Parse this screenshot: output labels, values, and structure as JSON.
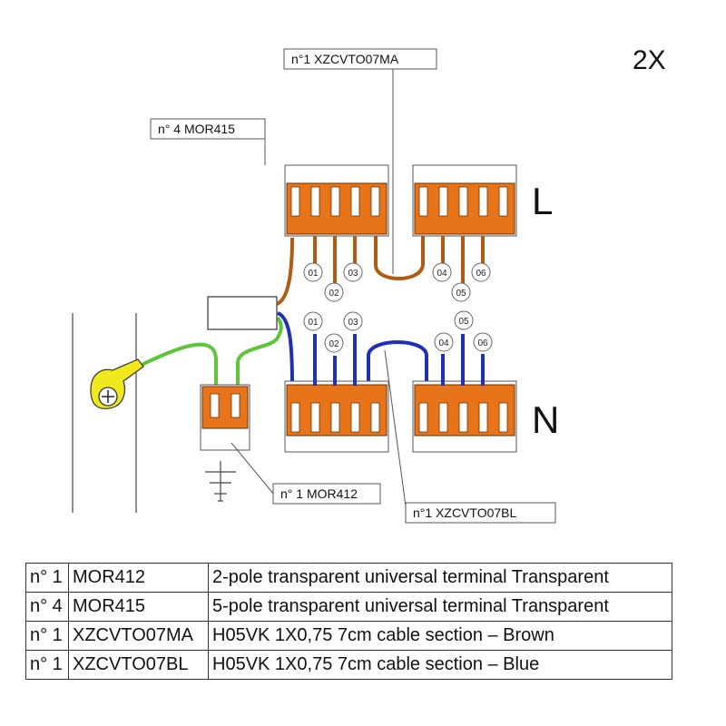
{
  "quantity_label": "2X",
  "rows": {
    "L": "L",
    "N": "N"
  },
  "callouts": {
    "top_cable": "n°1 XZCVTO07MA",
    "top_terminals": "n° 4 MOR415",
    "earth_terminal": "n° 1 MOR412",
    "blue_cable": "n°1 XZCVTO07BL"
  },
  "pole_numbers": {
    "L_left": [
      "01",
      "02",
      "03"
    ],
    "L_right": [
      "04",
      "05",
      "06"
    ],
    "N_left": [
      "01",
      "02",
      "03"
    ],
    "N_right": [
      "05",
      "04",
      "06"
    ]
  },
  "colors": {
    "terminal_orange": "#e8741a",
    "cable_brown": "#b05a12",
    "cable_blue": "#1f2fb8",
    "earth_green": "#5ec43a",
    "earth_yellow": "#f2e81e"
  },
  "parts_table": [
    {
      "qty": "n° 1",
      "code": "MOR412",
      "desc": "2-pole transparent universal terminal Transparent"
    },
    {
      "qty": "n° 4",
      "code": "MOR415",
      "desc": "5-pole transparent universal terminal Transparent"
    },
    {
      "qty": "n° 1",
      "code": "XZCVTO07MA",
      "desc": "H05VK 1X0,75 7cm cable section – Brown"
    },
    {
      "qty": "n° 1",
      "code": "XZCVTO07BL",
      "desc": "H05VK 1X0,75 7cm cable section – Blue"
    }
  ]
}
